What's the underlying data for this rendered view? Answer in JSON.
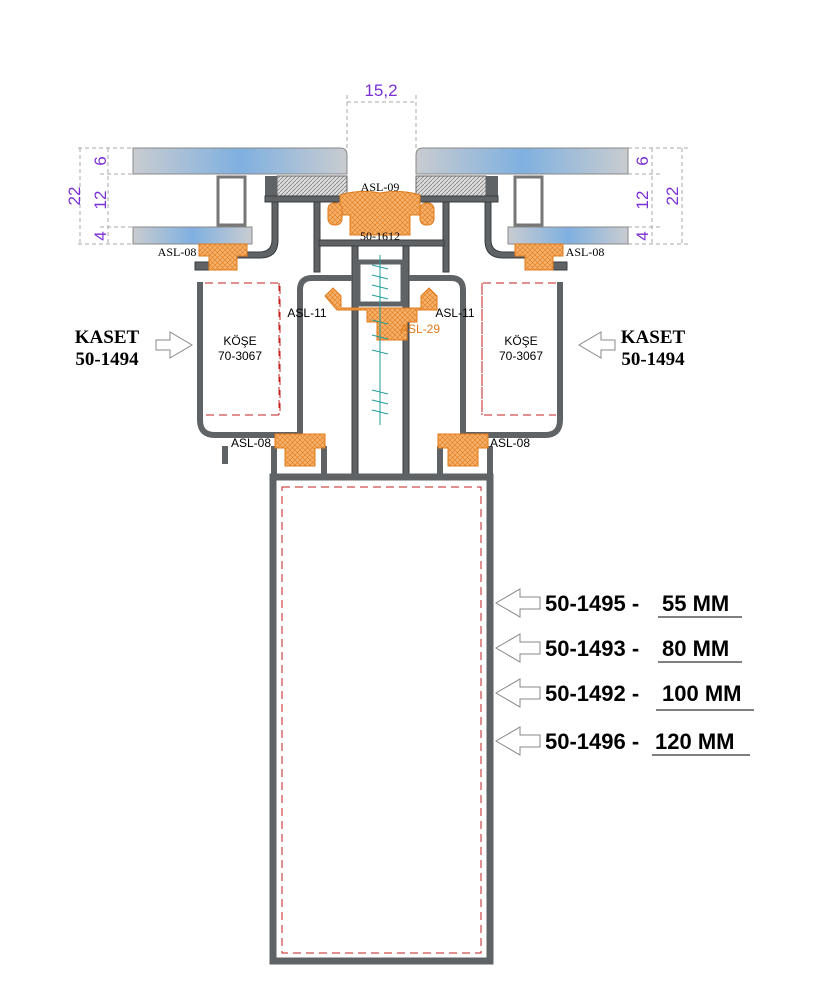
{
  "dimensions": {
    "gap": "15,2",
    "left_total": "22",
    "left_outer": "6",
    "left_cavity": "12",
    "left_inner": "4",
    "right_total": "22",
    "right_outer": "6",
    "right_cavity": "12",
    "right_inner": "4"
  },
  "gaskets": {
    "top": "ASL-09",
    "center_profile": "50-1612",
    "left_upper": "ASL-08",
    "right_upper": "ASL-08",
    "left_mid": "ASL-11",
    "right_mid": "ASL-11",
    "center": "ASL-29",
    "left_lower": "ASL-08",
    "right_lower": "ASL-08"
  },
  "kaset_left": {
    "title": "KASET",
    "code": "50-1494"
  },
  "kaset_right": {
    "title": "KASET",
    "code": "50-1494"
  },
  "kose_left": {
    "title": "KÖŞE",
    "code": "70-3067"
  },
  "kose_right": {
    "title": "KÖŞE",
    "code": "70-3067"
  },
  "mullion_options": [
    {
      "code": "50-1495 -",
      "size": "55 MM"
    },
    {
      "code": "50-1493 -",
      "size": "80 MM"
    },
    {
      "code": "50-1492 -",
      "size": "100 MM"
    },
    {
      "code": "50-1496 -",
      "size": "120 MM"
    }
  ],
  "colors": {
    "glass": "#7fb0e0",
    "profile": "#5f6366",
    "gasket": "#f4a050",
    "dimension": "#7b2fd6",
    "cut_line": "#c41f1f"
  }
}
